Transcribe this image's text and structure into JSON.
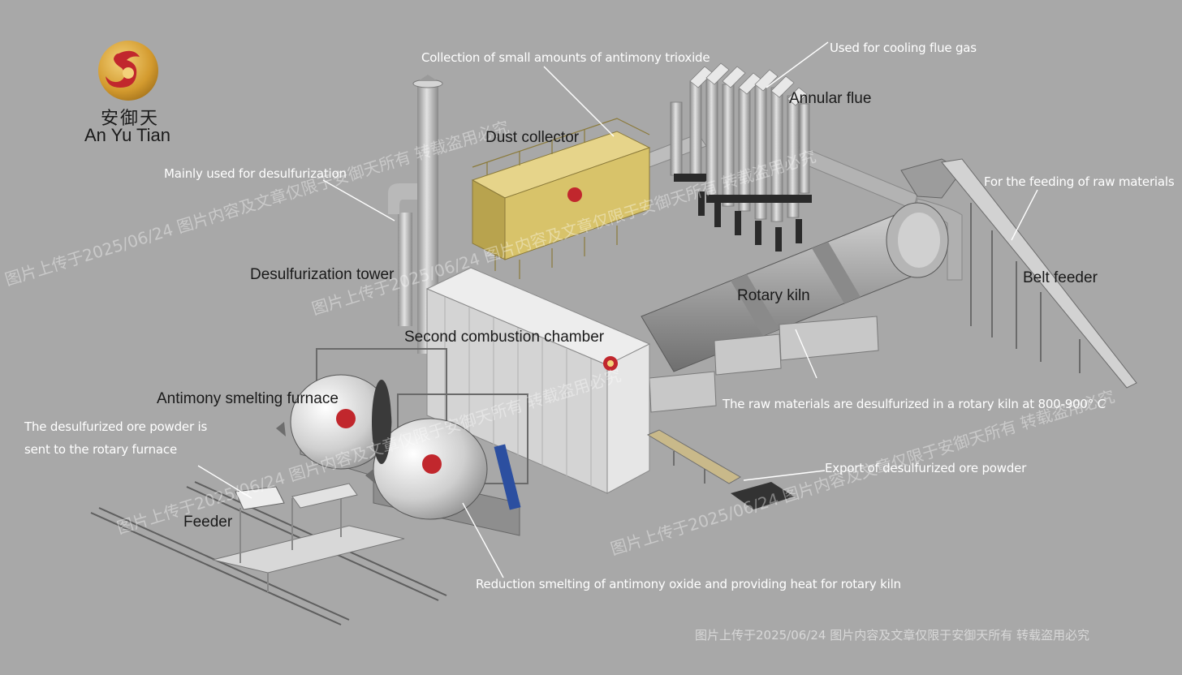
{
  "brand": {
    "name_cn": "安御天",
    "name_en": "An Yu Tian"
  },
  "labels": {
    "collection_antimony_trioxide": "Collection of small amounts of antimony trioxide",
    "cooling_flue_gas": "Used for cooling flue gas",
    "annular_flue": "Annular flue",
    "dust_collector": "Dust collector",
    "mainly_desulfurization": "Mainly used for desulfurization",
    "feeding_raw_materials": "For the feeding of raw materials",
    "desulfurization_tower": "Desulfurization tower",
    "belt_feeder": "Belt feeder",
    "rotary_kiln": "Rotary kiln",
    "second_combustion_chamber": "Second combustion chamber",
    "antimony_smelting_furnace": "Antimony smelting furnace",
    "raw_materials_desulfurized": "The raw materials are desulfurized in a rotary kiln at 800-900° C",
    "desulfurized_powder_line1": "The desulfurized ore powder is",
    "desulfurized_powder_line2": "sent to the rotary furnace",
    "export_powder": "Export of desulfurized ore powder",
    "feeder": "Feeder",
    "reduction_smelting": "Reduction smelting of antimony oxide and providing heat for rotary kiln"
  },
  "watermark": {
    "text": "图片上传于2025/06/24 图片内容及文章仅限于安御天所有 转载盗用必究"
  },
  "colors": {
    "background": "#a8a8a8",
    "logo_gold": "#d9a83a",
    "logo_red": "#c1272d",
    "dust_collector_yellow": "#d8c36a",
    "equipment_grey": "#bdbdbd"
  }
}
